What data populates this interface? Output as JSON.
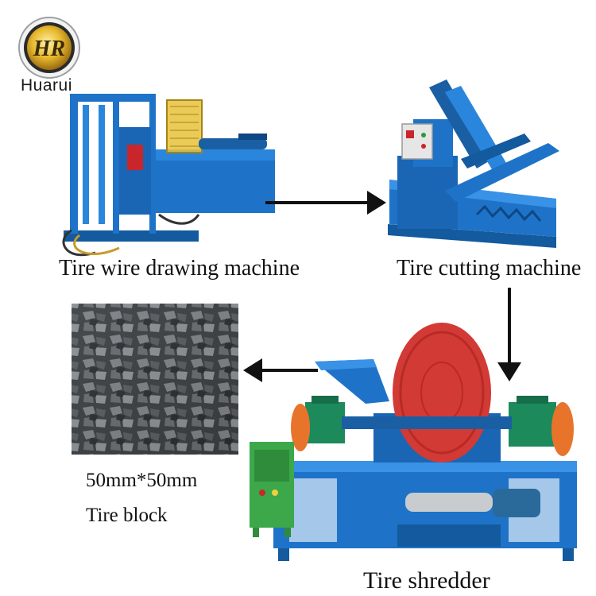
{
  "brand": {
    "logo_text": "HR",
    "name": "Huarui"
  },
  "machines": {
    "wire_drawing": {
      "label": "Tire wire drawing machine",
      "icon": "wire-drawing-machine-icon"
    },
    "cutting": {
      "label": "Tire cutting machine",
      "icon": "tire-cutting-machine-icon"
    },
    "shredder": {
      "label": "Tire shredder",
      "icon": "tire-shredder-icon"
    }
  },
  "product": {
    "size": "50mm*50mm",
    "name": "Tire block",
    "icon": "rubber-chips-photo-icon"
  },
  "colors": {
    "machine_blue": "#1e73c8",
    "cage_red": "#d23a36",
    "gearbox_green": "#1d8a5c",
    "pulley_orange": "#e8742c",
    "cabinet_yellow": "#e8c23a",
    "control_green": "#3ca84a",
    "arrow": "#111111"
  }
}
